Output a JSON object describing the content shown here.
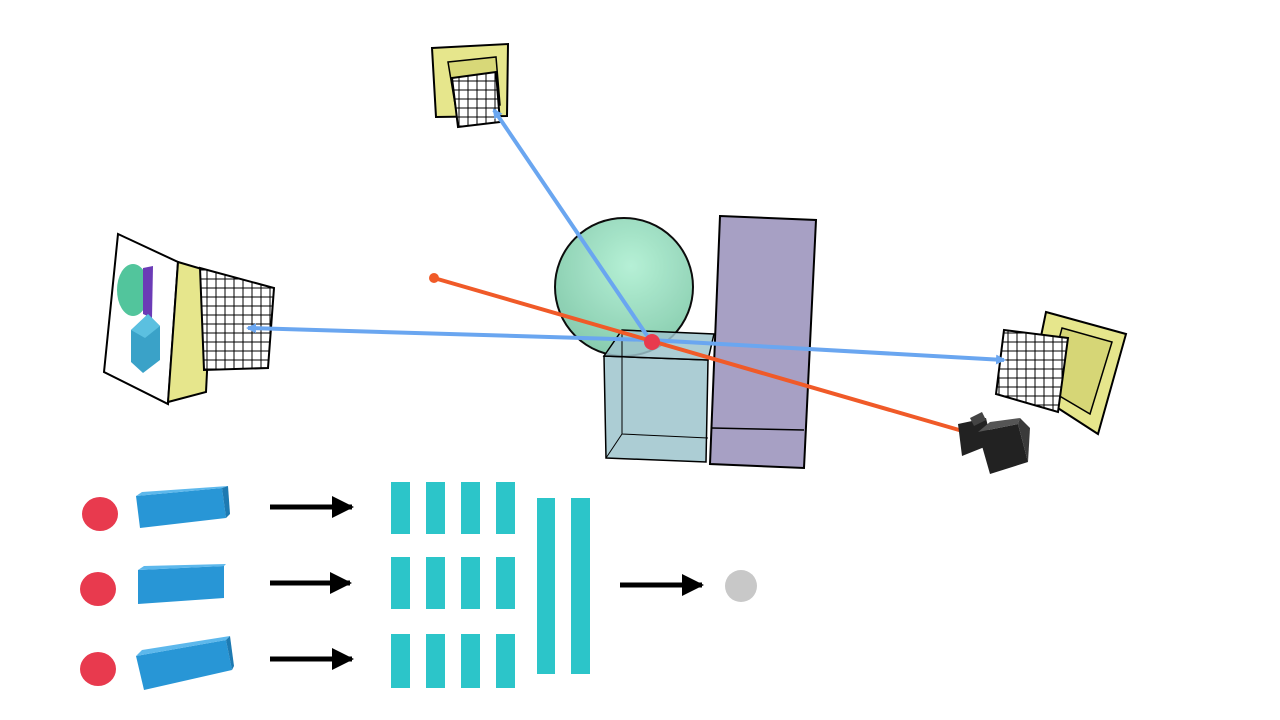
{
  "colors": {
    "background": "#ffffff",
    "projector_yellow": "#e6e68c",
    "grid_fill": "#ffffff",
    "grid_stroke": "#000000",
    "ray_blue": "#6aa6f0",
    "ray_red": "#f05a28",
    "sphere_green": "#8fd8b4",
    "cube_blue": "#9ec4cc",
    "box_purple": "#a7a0c4",
    "camera_black": "#222222",
    "point_red": "#e83a4e",
    "cylinder_blue": "#2896d6",
    "feature_teal": "#2cc5c9",
    "output_gray": "#c8c8c8",
    "arrow_black": "#000000"
  },
  "icons": {
    "projector": "projector-icon",
    "camera": "camera-icon",
    "sample_point": "point-icon",
    "encoding": "cylinder-icon",
    "feature": "feature-bar-icon",
    "output": "output-dot-icon",
    "arrow": "arrow-right-icon"
  },
  "pipeline": {
    "rows": 3,
    "feature_columns": 4,
    "merged_columns": 2
  }
}
